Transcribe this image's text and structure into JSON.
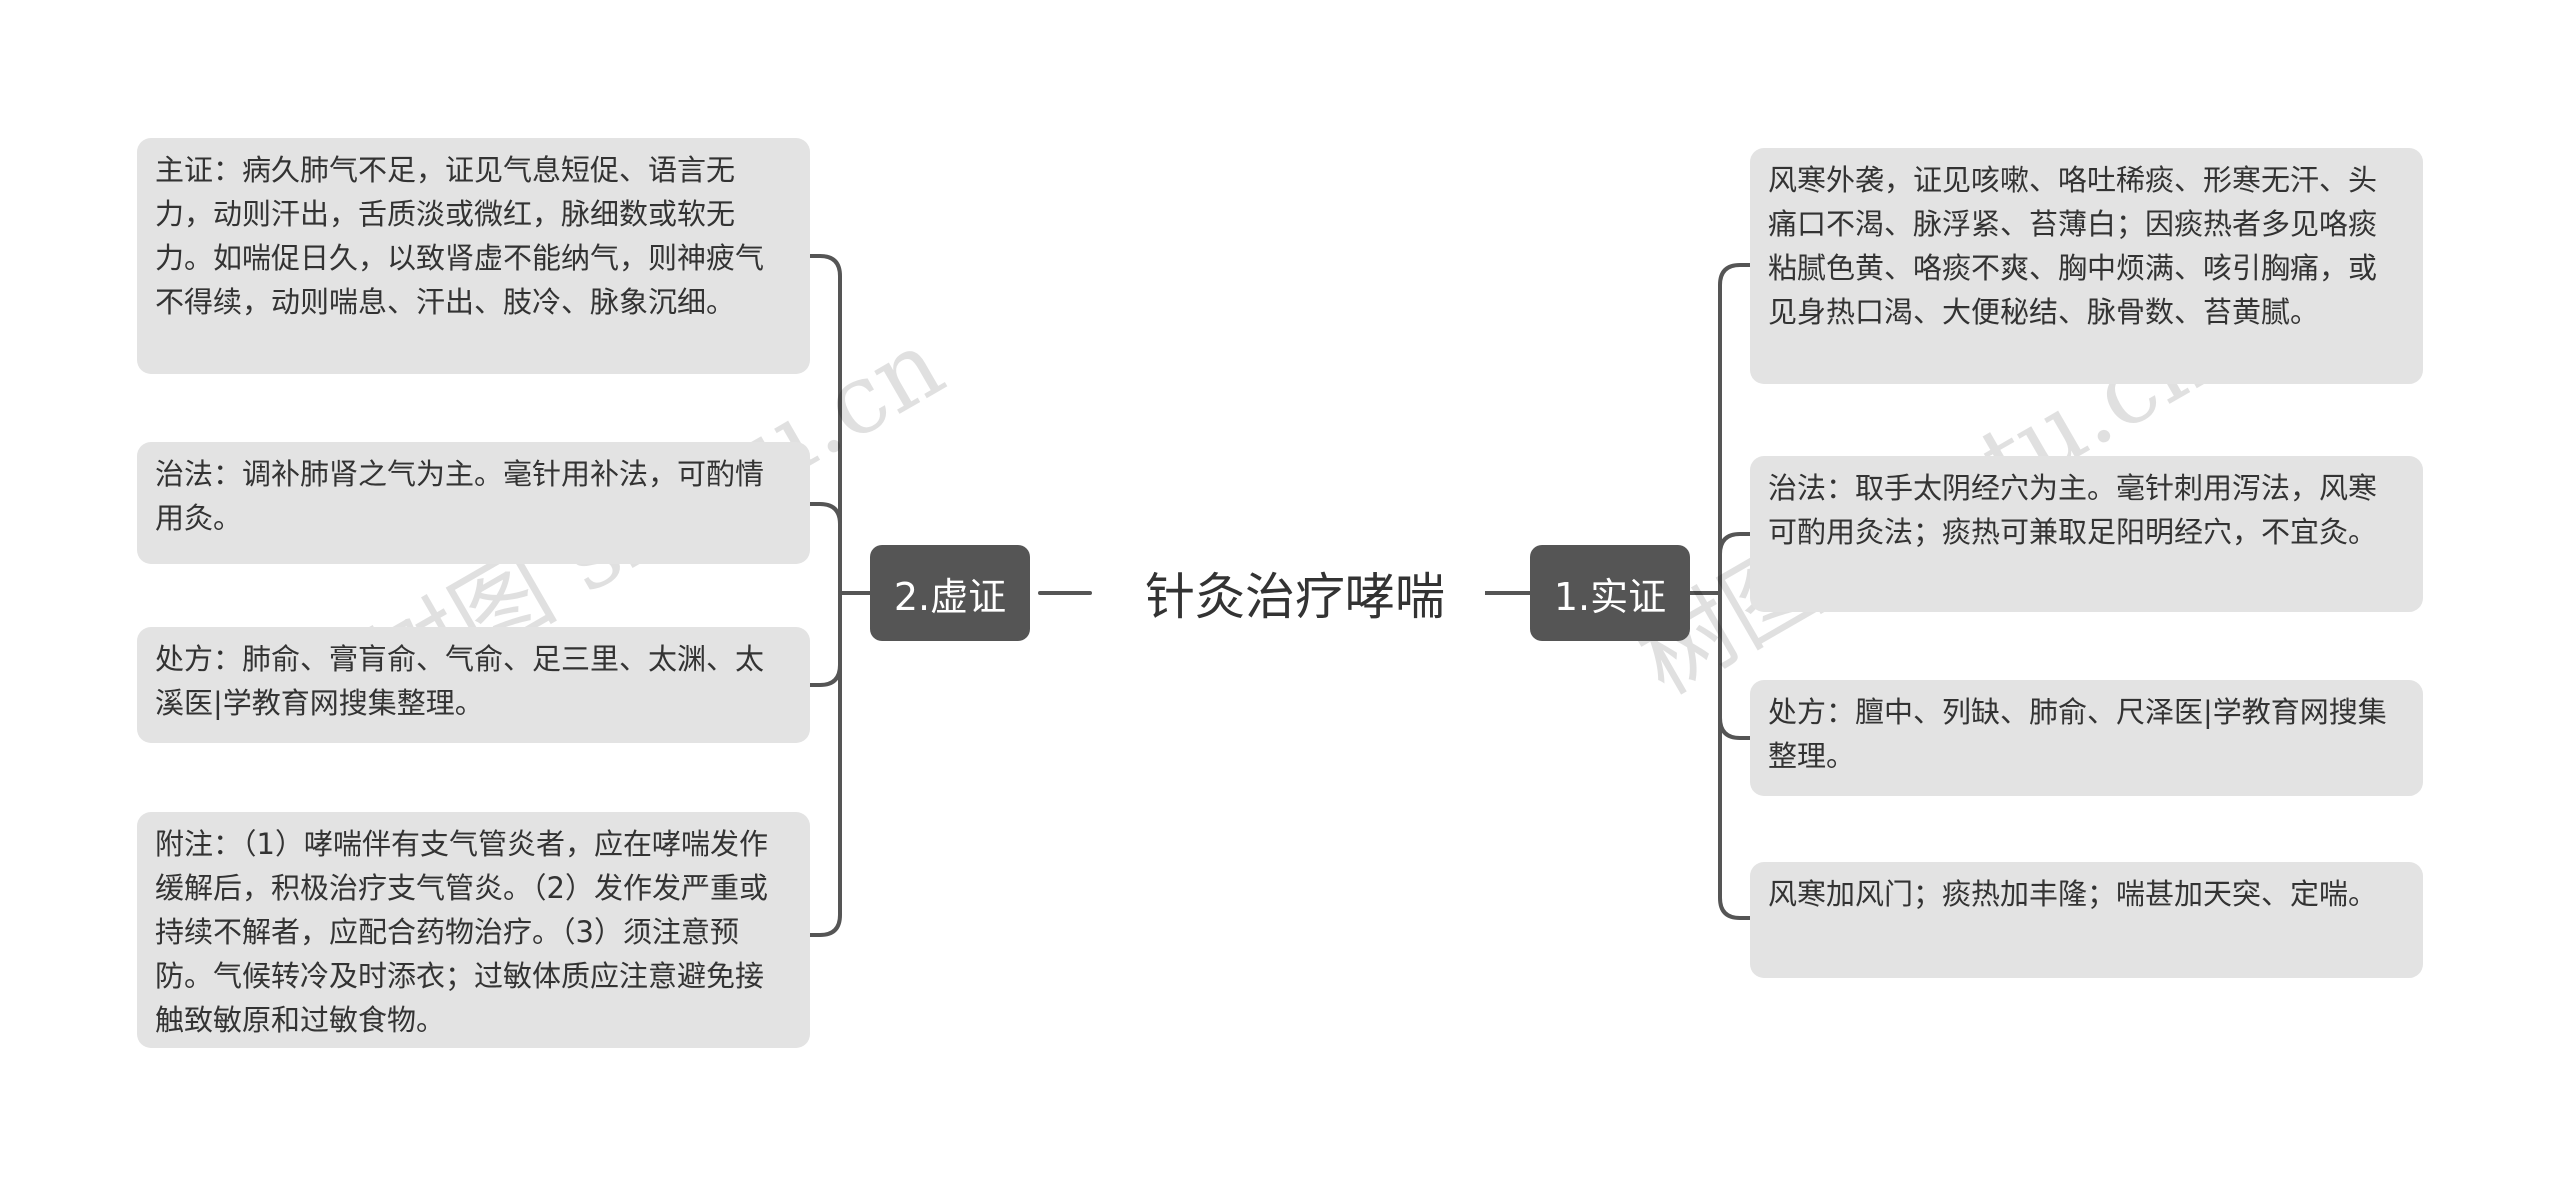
{
  "root": {
    "label": "针灸治疗哮喘"
  },
  "branches": {
    "left": {
      "label": "2.虚证",
      "items": [
        "主证：病久肺气不足，证见气息短促、语言无力，动则汗出，舌质淡或微红，脉细数或软无力。如喘促日久，以致肾虚不能纳气，则神疲气不得续，动则喘息、汗出、肢冷、脉象沉细。",
        "治法：调补肺肾之气为主。毫针用补法，可酌情用灸。",
        "处方：肺俞、膏肓俞、气俞、足三里、太渊、太溪医|学教育网搜集整理。",
        "附注：（1）哮喘伴有支气管炎者，应在哮喘发作缓解后，积极治疗支气管炎。（2）发作发严重或持续不解者，应配合药物治疗。（3）须注意预防。气候转冷及时添衣；过敏体质应注意避免接触致敏原和过敏食物。"
      ]
    },
    "right": {
      "label": "1.实证",
      "items": [
        "风寒外袭，证见咳嗽、咯吐稀痰、形寒无汗、头痛口不渴、脉浮紧、苔薄白；因痰热者多见咯痰粘腻色黄、咯痰不爽、胸中烦满、咳引胸痛，或见身热口渴、大便秘结、脉骨数、苔黄腻。",
        "治法：取手太阴经穴为主。毫针刺用泻法，风寒可酌用灸法；痰热可兼取足阳明经穴，不宜灸。",
        "处方：膻中、列缺、肺俞、尺泽医|学教育网搜集整理。",
        "风寒加风门；痰热加丰隆；喘甚加天突、定喘。"
      ]
    }
  },
  "watermark": "树图 shutu.cn",
  "colors": {
    "branch_bg": "#555555",
    "leaf_bg": "#e3e3e3",
    "line": "#555555",
    "text": "#333333"
  }
}
